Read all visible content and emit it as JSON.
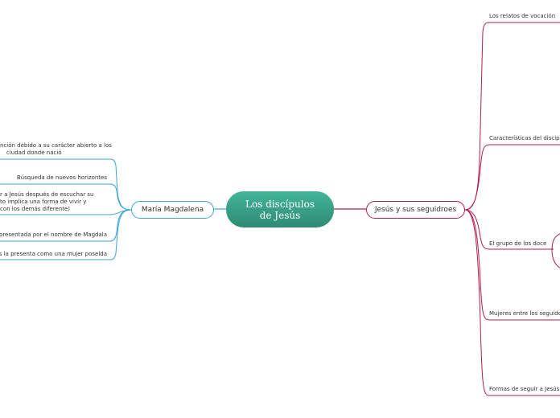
{
  "central": {
    "title": "Los discípulos\nde Jesús"
  },
  "colors": {
    "left_branch": "#3aa5d4",
    "right_branch": "#b31d53",
    "central_fill": "#3aa58a"
  },
  "left_branch": {
    "label": "María Magdalena",
    "children": [
      {
        "line1": "nción debido a su carácter abierto a los",
        "line2": "ciudad donde nació"
      },
      {
        "line1": "Búsqueda de nuevos horizontes"
      },
      {
        "line1": "r a Jesús después de escuchar su",
        "line2": "to implica una forma de vivir y",
        "line3": "con los demás diferente)"
      },
      {
        "line1": "Es presentada por el nombre de Magdala"
      },
      {
        "line1": "cas la presenta como una mujer poseída"
      }
    ]
  },
  "right_branch": {
    "label": "Jesús y sus seguidroes",
    "children": [
      "Los relatos de vocación",
      "Características del discipula",
      "El grupo de los doce",
      "Mujeres entre los seguidor",
      "Formas de seguir a Jesús"
    ]
  }
}
